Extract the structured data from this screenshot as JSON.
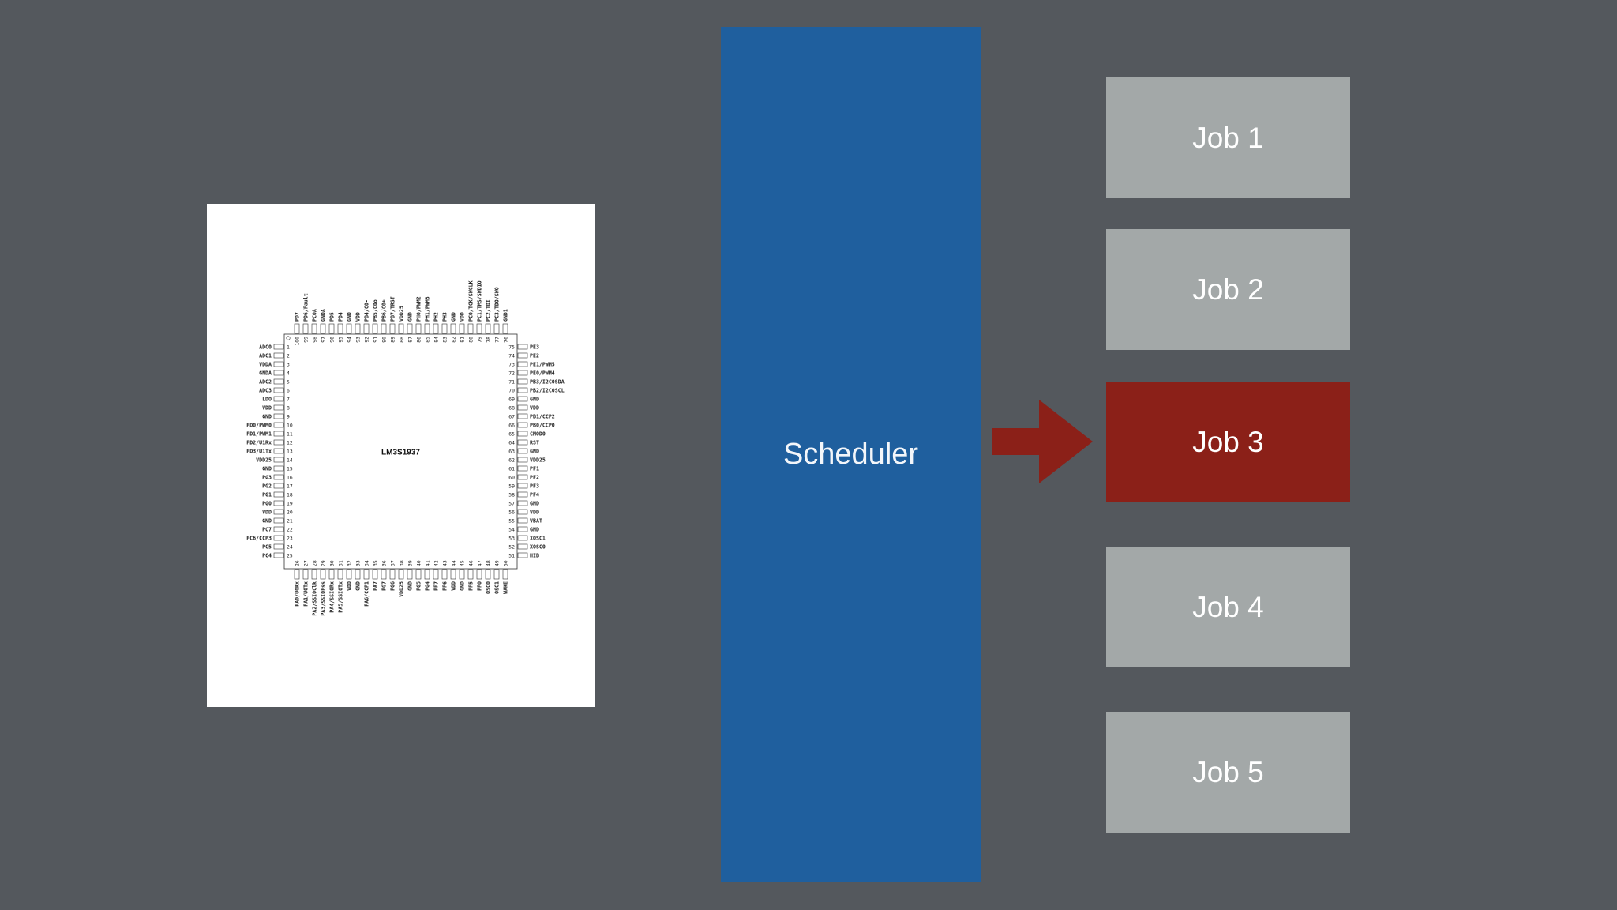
{
  "colors": {
    "background": "#54585d",
    "scheduler": "#1f5f9e",
    "job_idle": "#a3a8a8",
    "job_active": "#8b2018",
    "arrow": "#8b2018",
    "chip_card": "#ffffff"
  },
  "scheduler": {
    "label": "Scheduler"
  },
  "jobs": [
    {
      "label": "Job 1",
      "active": false
    },
    {
      "label": "Job 2",
      "active": false
    },
    {
      "label": "Job 3",
      "active": true
    },
    {
      "label": "Job 4",
      "active": false
    },
    {
      "label": "Job 5",
      "active": false
    }
  ],
  "chip": {
    "name": "LM3S1937",
    "left_pins": [
      {
        "num": "1",
        "label": "ADC0"
      },
      {
        "num": "2",
        "label": "ADC1"
      },
      {
        "num": "3",
        "label": "VDDA"
      },
      {
        "num": "4",
        "label": "GNDA"
      },
      {
        "num": "5",
        "label": "ADC2"
      },
      {
        "num": "6",
        "label": "ADC3"
      },
      {
        "num": "7",
        "label": "LDO"
      },
      {
        "num": "8",
        "label": "VDD"
      },
      {
        "num": "9",
        "label": "GND"
      },
      {
        "num": "10",
        "label": "PD0/PWM0"
      },
      {
        "num": "11",
        "label": "PD1/PWM1"
      },
      {
        "num": "12",
        "label": "PD2/U1Rx"
      },
      {
        "num": "13",
        "label": "PD3/U1Tx"
      },
      {
        "num": "14",
        "label": "VDD25"
      },
      {
        "num": "15",
        "label": "GND"
      },
      {
        "num": "16",
        "label": "PG3"
      },
      {
        "num": "17",
        "label": "PG2"
      },
      {
        "num": "18",
        "label": "PG1"
      },
      {
        "num": "19",
        "label": "PG0"
      },
      {
        "num": "20",
        "label": "VDD"
      },
      {
        "num": "21",
        "label": "GND"
      },
      {
        "num": "22",
        "label": "PC7"
      },
      {
        "num": "23",
        "label": "PC6/CCP3"
      },
      {
        "num": "24",
        "label": "PC5"
      },
      {
        "num": "25",
        "label": "PC4"
      }
    ],
    "right_pins": [
      {
        "num": "75",
        "label": "PE3"
      },
      {
        "num": "74",
        "label": "PE2"
      },
      {
        "num": "73",
        "label": "PE1/PWM5"
      },
      {
        "num": "72",
        "label": "PE0/PWM4"
      },
      {
        "num": "71",
        "label": "PB3/I2C0SDA"
      },
      {
        "num": "70",
        "label": "PB2/I2C0SCL"
      },
      {
        "num": "69",
        "label": "GND"
      },
      {
        "num": "68",
        "label": "VDD"
      },
      {
        "num": "67",
        "label": "PB1/CCP2"
      },
      {
        "num": "66",
        "label": "PB0/CCP0"
      },
      {
        "num": "65",
        "label": "CMOD0"
      },
      {
        "num": "64",
        "label": "RST"
      },
      {
        "num": "63",
        "label": "GND"
      },
      {
        "num": "62",
        "label": "VDD25"
      },
      {
        "num": "61",
        "label": "PF1"
      },
      {
        "num": "60",
        "label": "PF2"
      },
      {
        "num": "59",
        "label": "PF3"
      },
      {
        "num": "58",
        "label": "PF4"
      },
      {
        "num": "57",
        "label": "GND"
      },
      {
        "num": "56",
        "label": "VDD"
      },
      {
        "num": "55",
        "label": "VBAT"
      },
      {
        "num": "54",
        "label": "GND"
      },
      {
        "num": "53",
        "label": "XOSC1"
      },
      {
        "num": "52",
        "label": "XOSC0"
      },
      {
        "num": "51",
        "label": "HIB"
      }
    ],
    "top_pins": [
      {
        "num": "100",
        "label": "PD7"
      },
      {
        "num": "99",
        "label": "PD6/Fault"
      },
      {
        "num": "98",
        "label": "PC0A"
      },
      {
        "num": "97",
        "label": "GNDA"
      },
      {
        "num": "96",
        "label": "PD5"
      },
      {
        "num": "95",
        "label": "PD4"
      },
      {
        "num": "94",
        "label": "GND"
      },
      {
        "num": "93",
        "label": "VDD"
      },
      {
        "num": "92",
        "label": "PB4/C0-"
      },
      {
        "num": "91",
        "label": "PB5/C0o"
      },
      {
        "num": "90",
        "label": "PB6/C0+"
      },
      {
        "num": "89",
        "label": "PB7/TRST"
      },
      {
        "num": "88",
        "label": "VDD25"
      },
      {
        "num": "87",
        "label": "GND"
      },
      {
        "num": "86",
        "label": "PH0/PWM2"
      },
      {
        "num": "85",
        "label": "PH1/PWM3"
      },
      {
        "num": "84",
        "label": "PH2"
      },
      {
        "num": "83",
        "label": "PH3"
      },
      {
        "num": "82",
        "label": "GND"
      },
      {
        "num": "81",
        "label": "VDD"
      },
      {
        "num": "80",
        "label": "PC0/TCK/SWCLK"
      },
      {
        "num": "79",
        "label": "PC1/TMS/SWDIO"
      },
      {
        "num": "78",
        "label": "PC2/TDI"
      },
      {
        "num": "77",
        "label": "PC3/TDO/SWO"
      },
      {
        "num": "76",
        "label": "GND1"
      }
    ],
    "bottom_pins": [
      {
        "num": "26",
        "label": "PA0/U0Rx"
      },
      {
        "num": "27",
        "label": "PA1/U0Tx"
      },
      {
        "num": "28",
        "label": "PA2/SSI0Clk"
      },
      {
        "num": "29",
        "label": "PA3/SSI0Fss"
      },
      {
        "num": "30",
        "label": "PA4/SSI0Rx"
      },
      {
        "num": "31",
        "label": "PA5/SSI0Tx"
      },
      {
        "num": "32",
        "label": "VDD"
      },
      {
        "num": "33",
        "label": "GND"
      },
      {
        "num": "34",
        "label": "PA6/CCP1"
      },
      {
        "num": "35",
        "label": "PA7"
      },
      {
        "num": "36",
        "label": "PG7"
      },
      {
        "num": "37",
        "label": "PG6"
      },
      {
        "num": "38",
        "label": "VDD25"
      },
      {
        "num": "39",
        "label": "GND"
      },
      {
        "num": "40",
        "label": "PG5"
      },
      {
        "num": "41",
        "label": "PG4"
      },
      {
        "num": "42",
        "label": "PF7"
      },
      {
        "num": "43",
        "label": "PF6"
      },
      {
        "num": "44",
        "label": "VDD"
      },
      {
        "num": "45",
        "label": "GND"
      },
      {
        "num": "46",
        "label": "PF5"
      },
      {
        "num": "47",
        "label": "PF0"
      },
      {
        "num": "48",
        "label": "OSC0"
      },
      {
        "num": "49",
        "label": "OSC1"
      },
      {
        "num": "50",
        "label": "WAKE"
      }
    ]
  }
}
